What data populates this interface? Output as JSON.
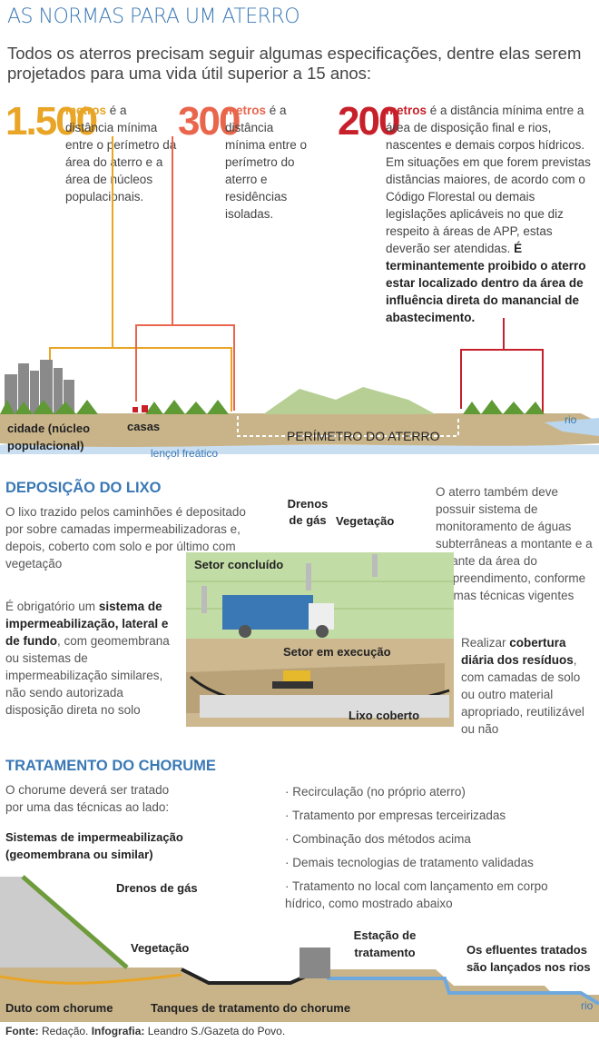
{
  "title": "AS NORMAS PARA UM ATERRO",
  "intro": "Todos os aterros precisam seguir algumas especificações, dentre elas serem projetados para uma vida útil superior a 15 anos:",
  "distances": [
    {
      "number": "1.500",
      "unit": "metros",
      "text": "é a distância mínima entre o perímetro da área do aterro e a área de núcleos populacionais."
    },
    {
      "number": "300",
      "unit": "metros",
      "text": "é a distância mínima entre o perímetro do aterro e residências isoladas."
    },
    {
      "number": "200",
      "unit": "metros",
      "text": "é a distância mínima entre a área de disposição final e rios, nascentes e demais corpos hídricos. Em situações em que forem previstas distâncias maiores, de acordo com o Código Florestal ou demais legislações aplicáveis no que diz respeito à áreas de APP, estas deverão ser atendidas.",
      "bold": "É terminantemente proibido o aterro estar localizado dentro da área de influência direta do manancial de abastecimento."
    }
  ],
  "landscape_labels": {
    "city": "cidade (núcleo populacional)",
    "houses": "casas",
    "perimeter": "PERÍMETRO DO ATERRO",
    "river": "rio",
    "aquifer": "lençol freático"
  },
  "deposition": {
    "title": "DEPOSIÇÃO DO LIXO",
    "p1": "O lixo trazido pelos caminhões é depositado por sobre camadas impermeabilizadoras e, depois, coberto com solo e por último com vegetação",
    "p2_a": "É obrigatório um ",
    "p2_bold": "sistema de impermeabilização, lateral e de fundo",
    "p2_b": ", com geomembrana ou sistemas de impermeabilização similares, não sendo autorizada disposição direta no solo",
    "p3": "O aterro também deve possuir sistema de monitoramento de águas subterrâneas a montante e a jusante da área do empreendimento, conforme normas técnicas vigentes",
    "p4_a": "Realizar ",
    "p4_bold": "cobertura diária dos resíduos",
    "p4_b": ", com camadas de solo ou outro material apropriado, reutilizável ou não",
    "labels": {
      "gas": "Drenos de gás",
      "vegetation": "Vegetação",
      "done": "Setor concluído",
      "active": "Setor em execução",
      "covered": "Lixo coberto"
    }
  },
  "leachate": {
    "title": "TRATAMENTO DO CHORUME",
    "intro": "O chorume deverá ser tratado por uma das técnicas ao lado:",
    "bullets": [
      "Recirculação (no próprio aterro)",
      "Tratamento por empresas terceirizadas",
      "Combinação dos métodos acima",
      "Demais tecnologias de tratamento validadas",
      "Tratamento no local com lançamento em corpo hídrico, como mostrado abaixo"
    ],
    "labels": {
      "systems": "Sistemas de impermeabilização (geomembrana ou similar)",
      "gas": "Drenos de gás",
      "vegetation": "Vegetação",
      "pipe": "Duto com chorume",
      "tanks": "Tanques de tratamento do chorume",
      "station": "Estação de tratamento",
      "effluents": "Os efluentes tratados são lançados nos rios",
      "river": "rio"
    }
  },
  "footer": {
    "source_label": "Fonte:",
    "source": "Redação.",
    "credit_label": "Infografia:",
    "credit": "Leandro S./Gazeta do Povo."
  },
  "colors": {
    "blue": "#3a78b5",
    "orange1": "#e8a526",
    "orange2": "#e9664d",
    "red": "#c8202a",
    "soil": "#c9b48a",
    "green": "#6e9b3c"
  }
}
